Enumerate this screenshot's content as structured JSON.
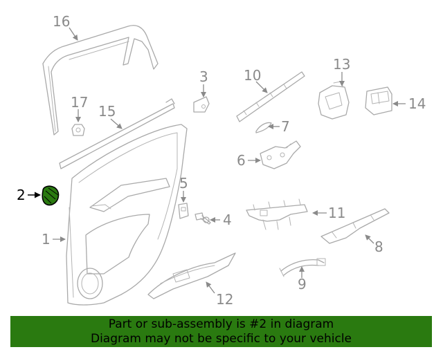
{
  "diagram": {
    "callouts": {
      "c1": "1",
      "c2": "2",
      "c3": "3",
      "c4": "4",
      "c5": "5",
      "c6": "6",
      "c7": "7",
      "c8": "8",
      "c9": "9",
      "c10": "10",
      "c11": "11",
      "c12": "12",
      "c13": "13",
      "c14": "14",
      "c15": "15",
      "c16": "16",
      "c17": "17"
    },
    "highlight_color": "#2a7a10",
    "line_color": "#a9a9a9"
  },
  "banner": {
    "line1": "Part or sub-assembly is #2 in diagram",
    "line2": "Diagram may not be specific to your vehicle",
    "color": "#2a7a10"
  }
}
